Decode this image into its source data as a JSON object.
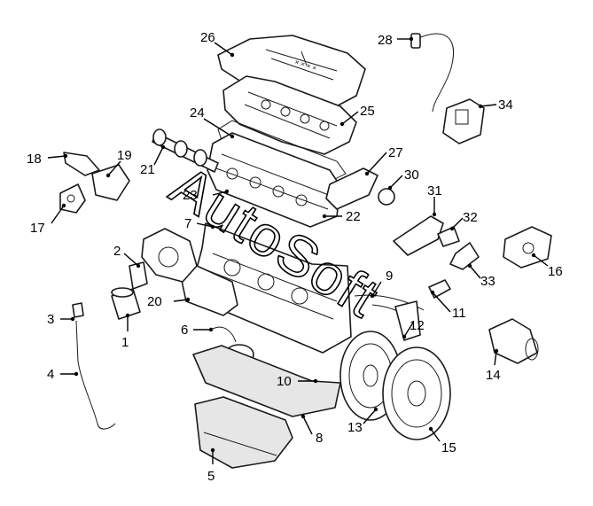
{
  "watermark": {
    "text": "AutoSoft"
  },
  "colors": {
    "line": "#1a1a1a",
    "background": "#ffffff",
    "shade": "#e6e6e6"
  },
  "callouts": [
    {
      "key": "c1",
      "label": "1"
    },
    {
      "key": "c2",
      "label": "2"
    },
    {
      "key": "c3",
      "label": "3"
    },
    {
      "key": "c4",
      "label": "4"
    },
    {
      "key": "c5",
      "label": "5"
    },
    {
      "key": "c6",
      "label": "6"
    },
    {
      "key": "c7",
      "label": "7"
    },
    {
      "key": "c8",
      "label": "8"
    },
    {
      "key": "c9",
      "label": "9"
    },
    {
      "key": "c10",
      "label": "10"
    },
    {
      "key": "c11",
      "label": "11"
    },
    {
      "key": "c12",
      "label": "12"
    },
    {
      "key": "c13",
      "label": "13"
    },
    {
      "key": "c14",
      "label": "14"
    },
    {
      "key": "c15",
      "label": "15"
    },
    {
      "key": "c16",
      "label": "16"
    },
    {
      "key": "c17",
      "label": "17"
    },
    {
      "key": "c18",
      "label": "18"
    },
    {
      "key": "c19",
      "label": "19"
    },
    {
      "key": "c20",
      "label": "20"
    },
    {
      "key": "c21",
      "label": "21"
    },
    {
      "key": "c22",
      "label": "22"
    },
    {
      "key": "c23",
      "label": "23"
    },
    {
      "key": "c24",
      "label": "24"
    },
    {
      "key": "c25",
      "label": "25"
    },
    {
      "key": "c26",
      "label": "26"
    },
    {
      "key": "c27",
      "label": "27"
    },
    {
      "key": "c28",
      "label": "28"
    },
    {
      "key": "c30",
      "label": "30"
    },
    {
      "key": "c31",
      "label": "31"
    },
    {
      "key": "c32",
      "label": "32"
    },
    {
      "key": "c33",
      "label": "33"
    },
    {
      "key": "c34",
      "label": "34"
    }
  ]
}
